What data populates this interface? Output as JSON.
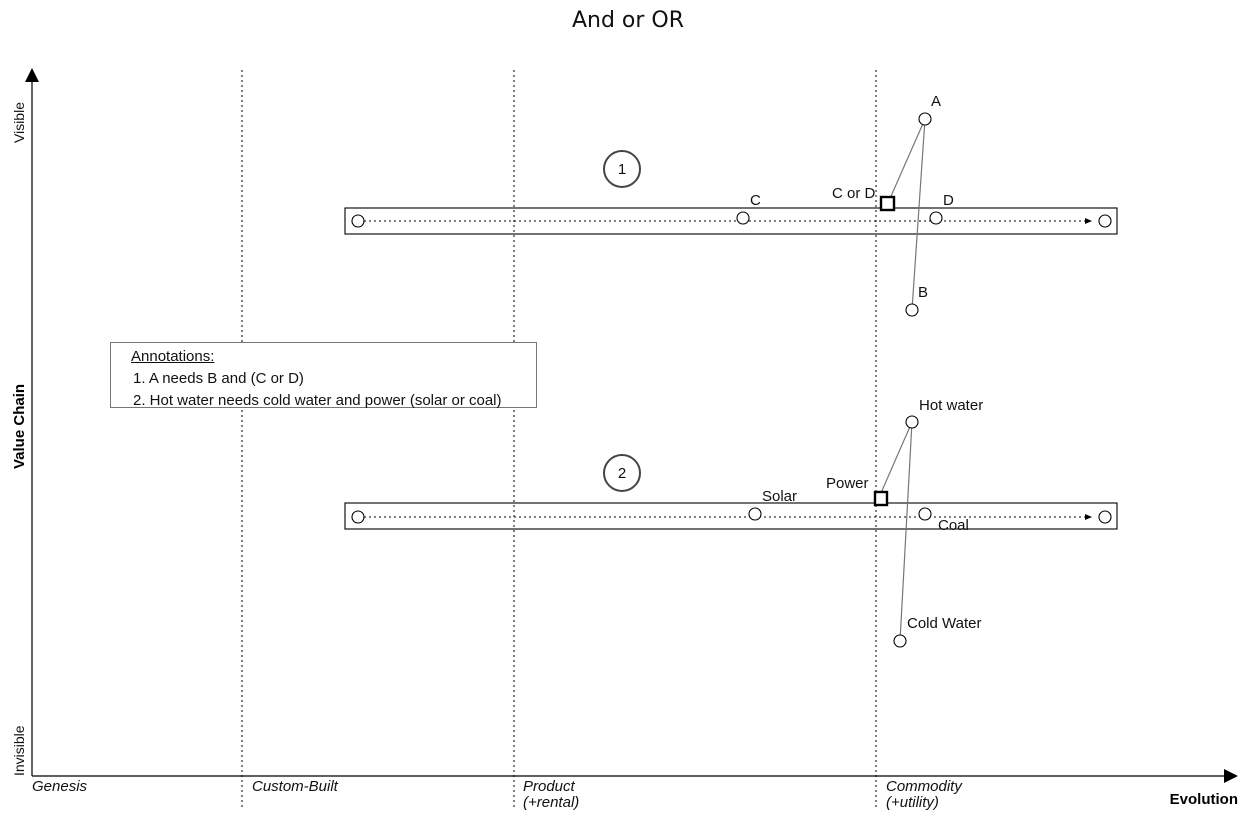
{
  "title": "And or OR",
  "axes": {
    "x_title": "Evolution",
    "y_title": "Value Chain",
    "y_top": "Visible",
    "y_bottom": "Invisible"
  },
  "stages": [
    {
      "label": "Genesis",
      "sub": ""
    },
    {
      "label": "Custom-Built",
      "sub": ""
    },
    {
      "label": "Product",
      "sub": "(+rental)"
    },
    {
      "label": "Commodity",
      "sub": "(+utility)"
    }
  ],
  "markers": [
    {
      "number": "1"
    },
    {
      "number": "2"
    }
  ],
  "components": {
    "a": "A",
    "b": "B",
    "c": "C",
    "d": "D",
    "c_or_d": "C or D",
    "hot_water": "Hot water",
    "cold_water": "Cold Water",
    "solar": "Solar",
    "coal": "Coal",
    "power": "Power"
  },
  "annotations": {
    "title": "Annotations:",
    "items": [
      "1. A needs B and (C or D)",
      "2. Hot water needs cold water and power (solar or coal)"
    ]
  }
}
